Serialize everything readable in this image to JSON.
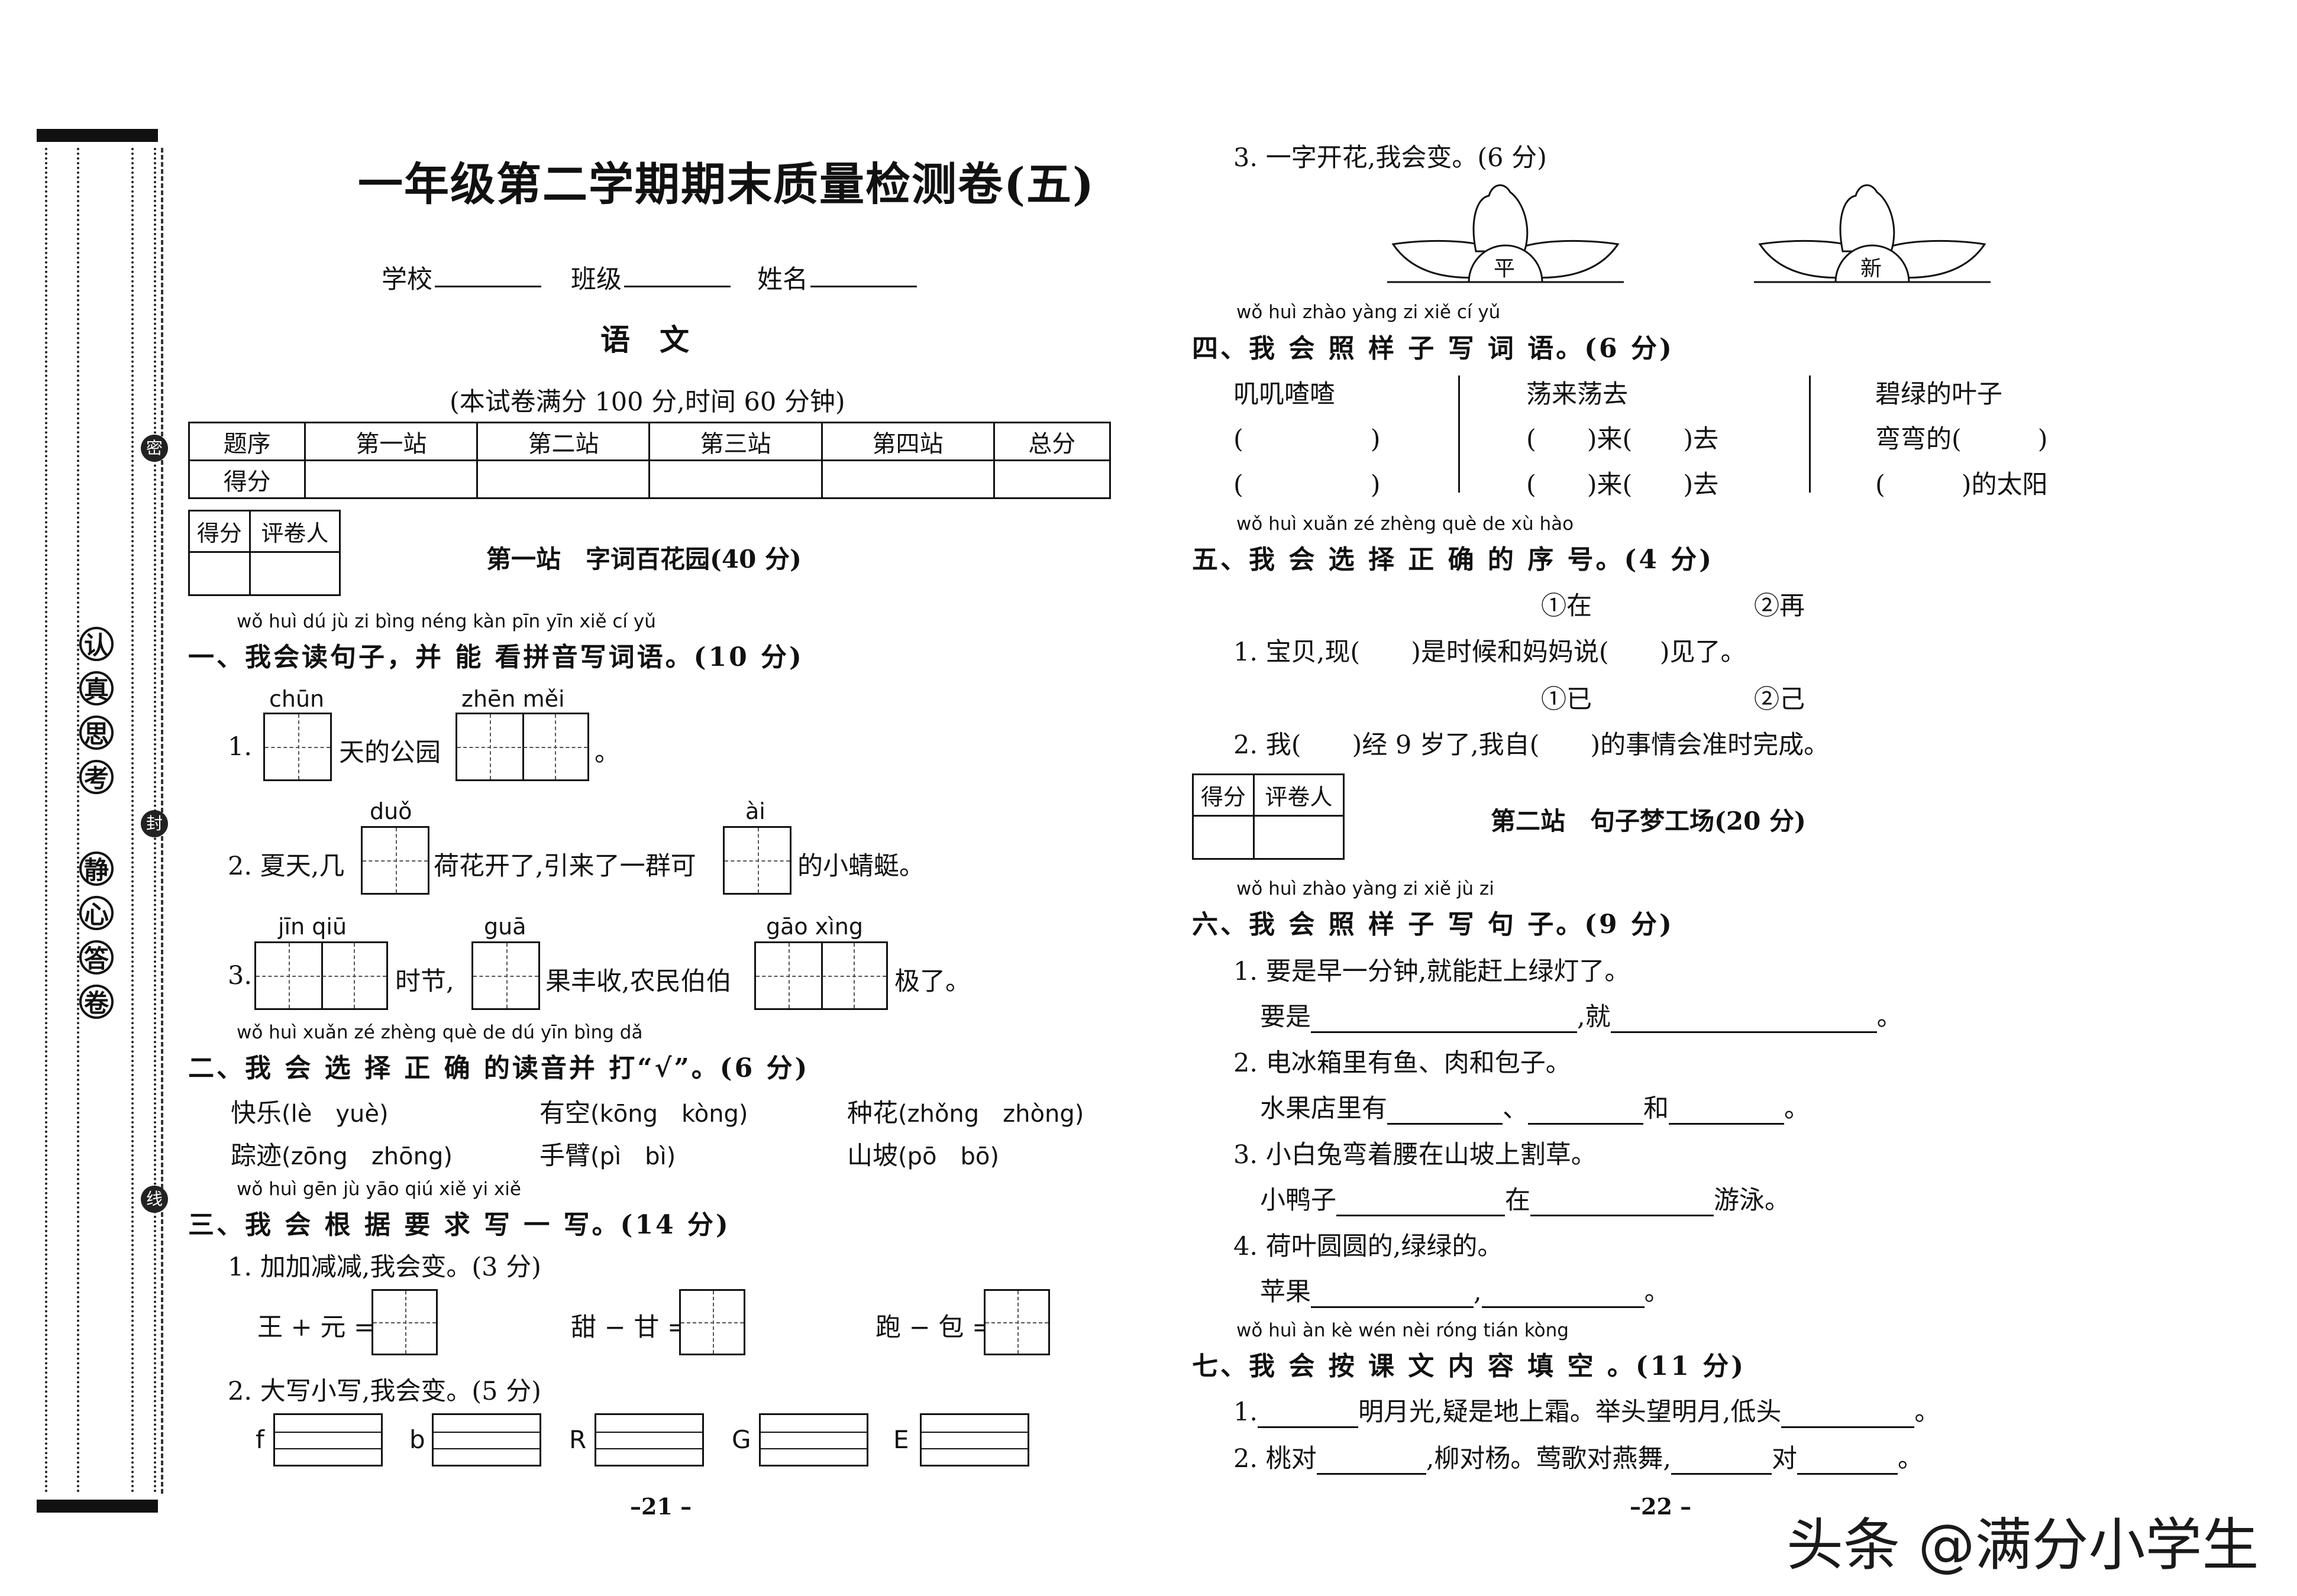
{
  "header": {
    "title": "一年级第二学期期末质量检测卷(五)",
    "school_label": "学校",
    "class_label": "班级",
    "name_label": "姓名",
    "subject": "语　文",
    "note": "(本试卷满分 100 分,时间 60 分钟)"
  },
  "binding_chars": [
    "认",
    "真",
    "思",
    "考",
    "静",
    "心",
    "答",
    "卷"
  ],
  "binding_marks": [
    "密",
    "封",
    "线"
  ],
  "score_table": {
    "headers": [
      "题序",
      "第一站",
      "第二站",
      "第三站",
      "第四站",
      "总分"
    ],
    "row_label": "得分"
  },
  "grader_box": {
    "score": "得分",
    "grader": "评卷人"
  },
  "station1": {
    "title": "第一站　字词百花园(40 分)"
  },
  "q1": {
    "pinyin": "wǒ huì dú jù zi  bìng néng kàn pīn yīn xiě cí yǔ",
    "title": "一、我会读句子，并 能 看拼音写词语。(10 分)",
    "s1_num": "1.",
    "s1_py1": "chūn",
    "s1_py2": "zhēn měi",
    "s1_mid": "天的公园",
    "s1_end": "。",
    "s2_num": "2. 夏天,几",
    "s2_py1": "duǒ",
    "s2_mid": "荷花开了,引来了一群可",
    "s2_py2": "ài",
    "s2_end": "的小蜻蜓。",
    "s3_num": "3.",
    "s3_py1": "jīn  qiū",
    "s3_mid1": "时节,",
    "s3_py2": "guā",
    "s3_mid2": "果丰收,农民伯伯",
    "s3_py3": "gāo  xìng",
    "s3_end": "极了。"
  },
  "q2": {
    "pinyin": "wǒ huì xuǎn zé zhèng què de dú yīn bìng dǎ",
    "title": "二、我 会 选 择 正 确 的读音并 打“√”。(6 分)",
    "items": [
      {
        "word": "快乐",
        "opts": "(lè　yuè)"
      },
      {
        "word": "有空",
        "opts": "(kōng　kòng)"
      },
      {
        "word": "种花",
        "opts": "(zhǒng　zhòng)"
      },
      {
        "word": "踪迹",
        "opts": "(zōng　zhōng)"
      },
      {
        "word": "手臂",
        "opts": "(pì　bì)"
      },
      {
        "word": "山坡",
        "opts": "(pō　bō)"
      }
    ]
  },
  "q3": {
    "pinyin": "wǒ huì gēn jù yāo qiú xiě yi xiě",
    "title": "三、我 会 根 据 要 求 写 一 写。(14 分)",
    "sub1": "1. 加加减减,我会变。(3 分)",
    "eq": [
      "王 + 元 =",
      "甜 − 甘 =",
      "跑 − 包 ="
    ],
    "sub2": "2. 大写小写,我会变。(5 分)",
    "letters": [
      "f",
      "b",
      "R",
      "G",
      "E"
    ],
    "sub3": "3. 一字开花,我会变。(6 分)",
    "flowers": [
      "平",
      "新"
    ]
  },
  "q4": {
    "pinyin": "wǒ huì zhào yàng zi xiě cí yǔ",
    "title": "四、我 会 照  样 子 写 词 语。(6 分)",
    "col1": [
      "叽叽喳喳",
      "(　　　　　)",
      "(　　　　　)"
    ],
    "col2": [
      "荡来荡去",
      "(　　)来(　　)去",
      "(　　)来(　　)去"
    ],
    "col3": [
      "碧绿的叶子",
      "弯弯的(　　　)",
      "(　　　)的太阳"
    ]
  },
  "q5": {
    "pinyin": "wǒ huì xuǎn zé zhèng què de xù hào",
    "title": "五、我 会 选 择 正 确 的 序 号。(4 分)",
    "opt1": [
      "①在",
      "②再"
    ],
    "s1": "1. 宝贝,现(　　)是时候和妈妈说(　　)见了。",
    "opt2": [
      "①已",
      "②己"
    ],
    "s2": "2. 我(　　)经 9 岁了,我自(　　)的事情会准时完成。"
  },
  "station2": {
    "title": "第二站　句子梦工场(20 分)"
  },
  "q6": {
    "pinyin": "wǒ huì zhào yàng zi xiě jù zi",
    "title": "六、我 会 照  样 子 写 句 子。(9 分)",
    "e1": "1. 要是早一分钟,就能赶上绿灯了。",
    "a1a": "要是",
    "a1b": ",就",
    "a1c": "。",
    "e2": "2. 电冰箱里有鱼、肉和包子。",
    "a2a": "水果店里有",
    "a2b": "、",
    "a2c": "和",
    "a2d": "。",
    "e3": "3. 小白兔弯着腰在山坡上割草。",
    "a3a": "小鸭子",
    "a3b": "在",
    "a3c": "游泳。",
    "e4": "4. 荷叶圆圆的,绿绿的。",
    "a4a": "苹果",
    "a4b": ",",
    "a4c": "。"
  },
  "q7": {
    "pinyin": "wǒ huì àn kè wén nèi róng tián kòng",
    "title": "七、我 会 按 课 文 内 容 填 空 。(11 分)",
    "l1a": "1.",
    "l1b": "明月光,疑是地上霜。举头望明月,低头",
    "l1c": "。",
    "l2a": "2. 桃对",
    "l2b": ",柳对杨。莺歌对燕舞,",
    "l2c": "对",
    "l2d": "。"
  },
  "pages": {
    "left": "–21 –",
    "right": "–22 –"
  },
  "watermark": "头条 @满分小学生"
}
